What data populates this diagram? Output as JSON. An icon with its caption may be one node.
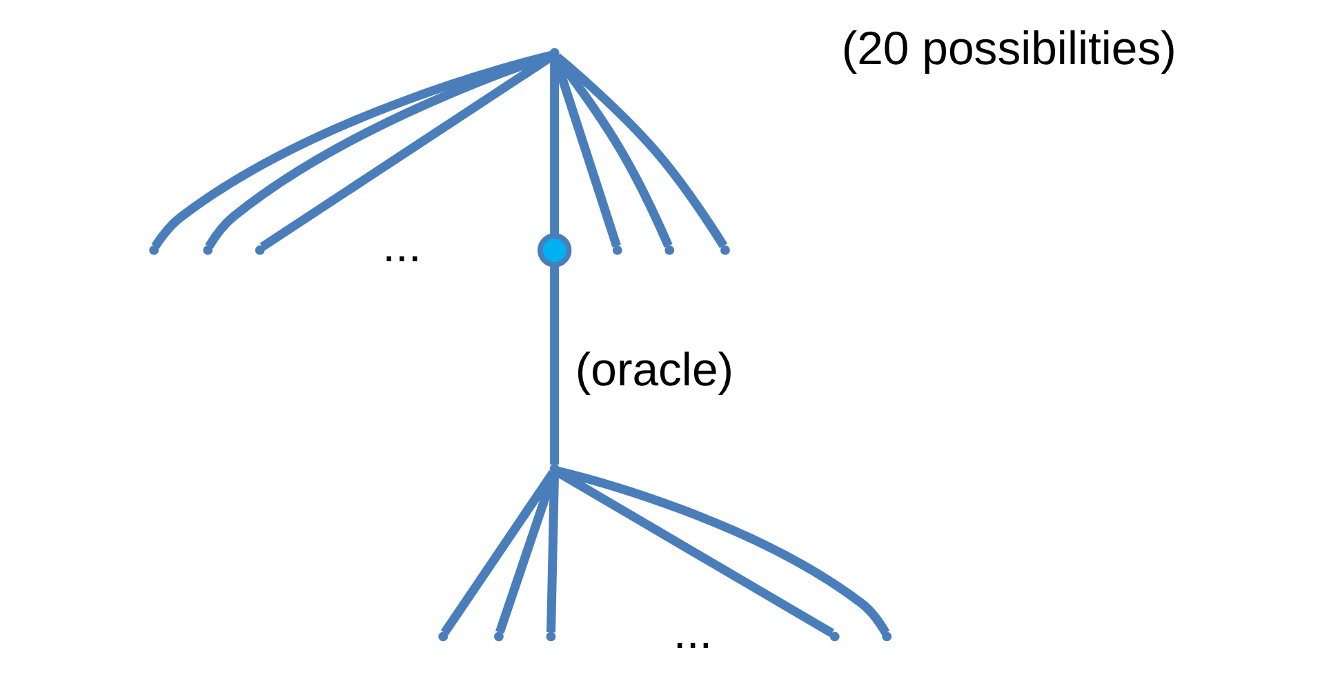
{
  "diagram": {
    "nodes": [
      {
        "text": [],
        "shape": "point"
      },
      {
        "text": [],
        "shape": "point"
      },
      {
        "text": [],
        "shape": "point"
      },
      {
        "text": [],
        "shape": "point"
      },
      {
        "text": [],
        "shape": "circle"
      },
      {
        "text": [],
        "shape": "point"
      },
      {
        "text": [],
        "shape": "point"
      },
      {
        "text": [],
        "shape": "point"
      },
      {
        "text": [],
        "shape": "point"
      },
      {
        "text": [],
        "shape": "point"
      },
      {
        "text": [],
        "shape": "point"
      },
      {
        "text": [],
        "shape": "point"
      },
      {
        "text": [],
        "shape": "point"
      },
      {
        "text": [],
        "shape": "point"
      }
    ],
    "edges": [
      {
        "from": 0,
        "to": 1,
        "arrow": "none"
      },
      {
        "from": 0,
        "to": 2,
        "arrow": "none"
      },
      {
        "from": 0,
        "to": 3,
        "arrow": "none"
      },
      {
        "from": 0,
        "to": 4,
        "arrow": "none"
      },
      {
        "from": 0,
        "to": 5,
        "arrow": "none"
      },
      {
        "from": 0,
        "to": 6,
        "arrow": "none"
      },
      {
        "from": 0,
        "to": 7,
        "arrow": "none"
      },
      {
        "from": 4,
        "to": 8,
        "arrow": "none",
        "label": "(oracle)"
      },
      {
        "from": 8,
        "to": 9,
        "arrow": "none"
      },
      {
        "from": 8,
        "to": 10,
        "arrow": "none"
      },
      {
        "from": 8,
        "to": 11,
        "arrow": "none"
      },
      {
        "from": 8,
        "to": 12,
        "arrow": "none"
      },
      {
        "from": 8,
        "to": 13,
        "arrow": "none"
      }
    ],
    "labels": [
      "(20 possibilities)",
      "...",
      "..."
    ]
  }
}
